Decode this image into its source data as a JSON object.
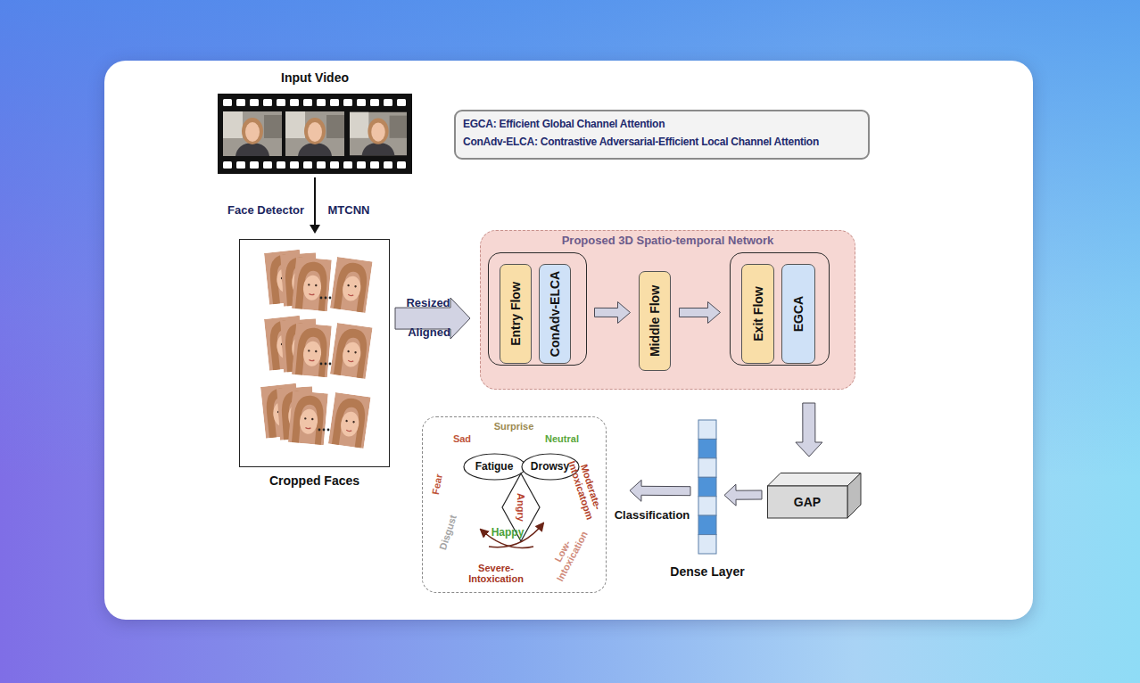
{
  "diagram": {
    "nodes": [
      {
        "text": [
          "Input Video"
        ]
      },
      {
        "text": [
          "EGCA: Efficient Global Channel Attention",
          "ConAdv-ELCA: Contrastive Adversarial-Efficient Local Channel Attention"
        ]
      },
      {
        "text": [
          "Cropped Faces"
        ]
      },
      {
        "text": [
          "Proposed 3D Spatio-temporal Network"
        ]
      },
      {
        "text": [],
        "in": 3
      },
      {
        "text": [
          "Entry Flow"
        ],
        "in": 4
      },
      {
        "text": [
          "ConAdv-ELCA"
        ],
        "in": 4
      },
      {
        "text": [
          "Middle Flow"
        ],
        "in": 3
      },
      {
        "text": [],
        "in": 3
      },
      {
        "text": [
          "Exit Flow"
        ],
        "in": 8
      },
      {
        "text": [
          "EGCA"
        ],
        "in": 8
      },
      {
        "text": [
          "GAP"
        ]
      },
      {
        "text": [
          "Dense Layer"
        ]
      },
      {
        "text": []
      },
      {
        "text": [
          "Fatigue"
        ],
        "in": 13
      },
      {
        "text": [
          "Drowsy"
        ],
        "in": 13
      },
      {
        "text": [
          "Angry"
        ],
        "in": 13
      }
    ],
    "edges": [
      {
        "from": 0,
        "to": 2,
        "arrow": "to"
      },
      {
        "from": 2,
        "to": 3,
        "arrow": "to"
      },
      {
        "from": 4,
        "to": 7,
        "arrow": "to"
      },
      {
        "from": 7,
        "to": 8,
        "arrow": "to"
      },
      {
        "from": 3,
        "to": 11,
        "arrow": "to"
      },
      {
        "from": 11,
        "to": 12,
        "arrow": "to"
      },
      {
        "from": 12,
        "to": 13,
        "arrow": "to",
        "label": "Classification"
      }
    ],
    "labels": [
      "Face Detector",
      "MTCNN",
      "Resized",
      "Aligned",
      "Sad",
      "Surprise",
      "Neutral",
      "Fear",
      "Moderate- Intoxicatopm",
      "Disgust",
      "Happy",
      "Low- Intoxication",
      "Severe- Intoxication"
    ]
  }
}
